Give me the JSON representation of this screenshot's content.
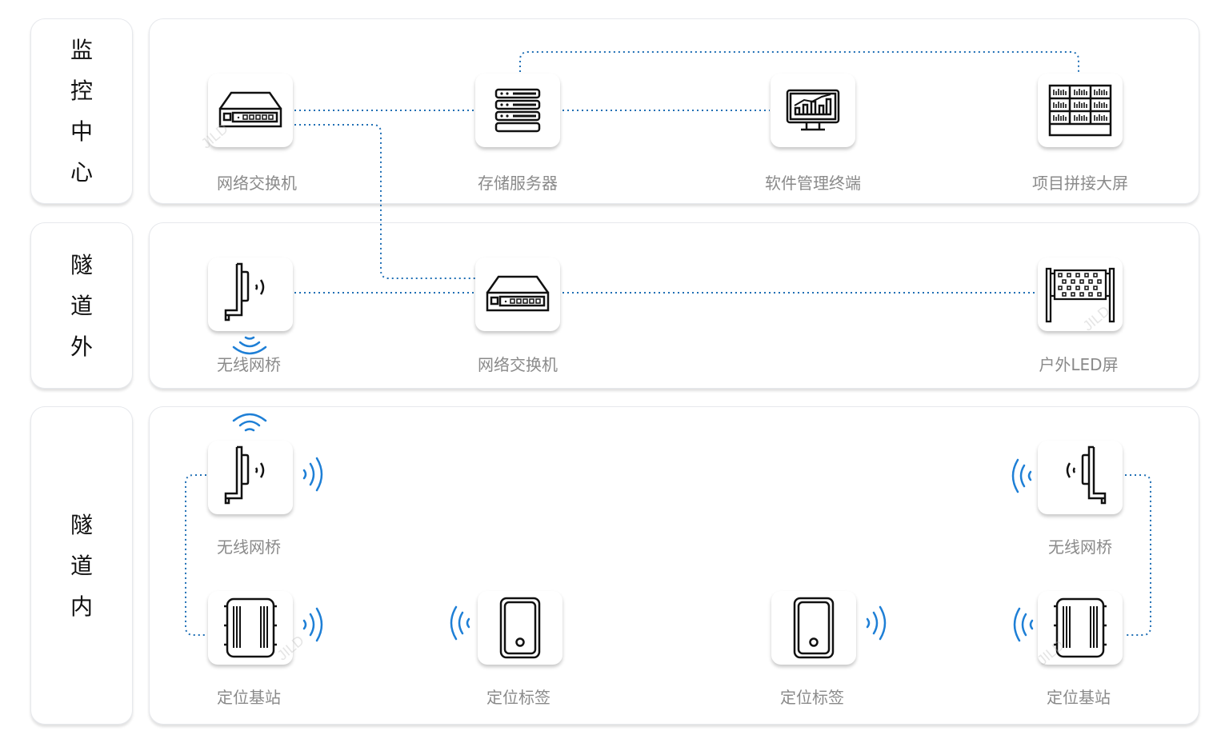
{
  "rows": [
    {
      "name": "monitoring-center",
      "chars": [
        "监",
        "控",
        "中",
        "心"
      ]
    },
    {
      "name": "tunnel-outside",
      "chars": [
        "隧",
        "道",
        "外"
      ]
    },
    {
      "name": "tunnel-inside",
      "chars": [
        "隧",
        "道",
        "内"
      ]
    }
  ],
  "nodes": {
    "center_switch": {
      "label": "网络交换机",
      "icon": "network-switch-icon"
    },
    "storage_server": {
      "label": "存储服务器",
      "icon": "server-icon"
    },
    "management_terminal": {
      "label": "软件管理终端",
      "icon": "monitor-chart-icon"
    },
    "video_wall": {
      "label": "项目拼接大屏",
      "icon": "video-wall-icon"
    },
    "outside_bridge": {
      "label": "无线网桥",
      "icon": "wireless-bridge-icon"
    },
    "outside_switch": {
      "label": "网络交换机",
      "icon": "network-switch-icon"
    },
    "outdoor_led": {
      "label": "户外LED屏",
      "icon": "led-screen-icon"
    },
    "inside_bridge_left": {
      "label": "无线网桥",
      "icon": "wireless-bridge-icon"
    },
    "inside_bridge_right": {
      "label": "无线网桥",
      "icon": "wireless-bridge-icon"
    },
    "base_station_left": {
      "label": "定位基站",
      "icon": "base-station-icon"
    },
    "tag_left": {
      "label": "定位标签",
      "icon": "location-tag-icon"
    },
    "tag_right": {
      "label": "定位标签",
      "icon": "location-tag-icon"
    },
    "base_station_right": {
      "label": "定位基站",
      "icon": "base-station-icon"
    }
  },
  "watermark": "JILD",
  "colors": {
    "link": "#1f6fb5",
    "wave": "#1e7fd6",
    "label": "#8a8a8a"
  }
}
